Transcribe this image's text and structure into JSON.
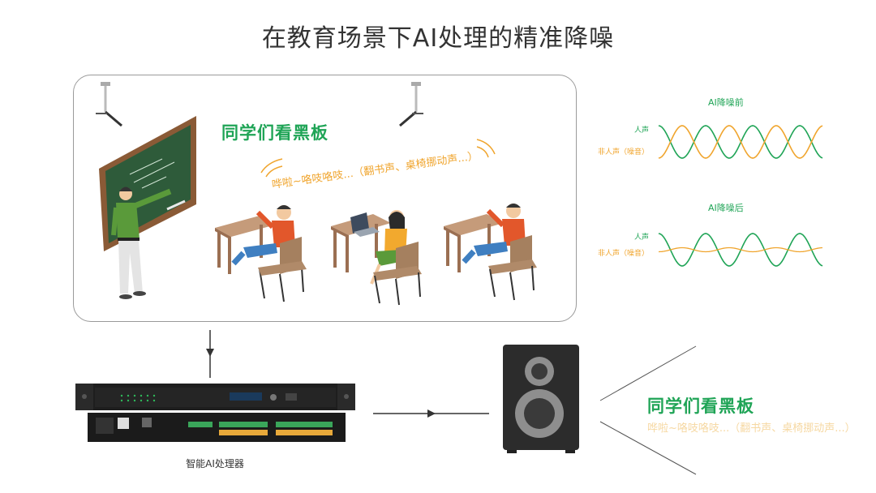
{
  "title": "在教育场景下AI处理的精准降噪",
  "scene": {
    "speech": "同学们看黑板",
    "noise": "哗啦~咯吱咯吱...（翻书声、桌椅挪动声...）"
  },
  "waves": {
    "before": {
      "title": "AI降噪前",
      "voice_label": "人声",
      "noise_label": "非人声（噪音）"
    },
    "after": {
      "title": "AI降噪后",
      "voice_label": "人声",
      "noise_label": "非人声（噪音）"
    }
  },
  "device": {
    "label": "智能AI处理器"
  },
  "output": {
    "speech": "同学们看黑板",
    "noise": "哗啦~咯吱咯吱...（翻书声、桌椅挪动声...）"
  },
  "colors": {
    "voice": "#1fa456",
    "noise": "#f0a52e",
    "chalkboard": "#2e5b3a",
    "frame": "#8a5a36",
    "desk": "#b38b6d",
    "speaker": "#2c2c2c"
  }
}
